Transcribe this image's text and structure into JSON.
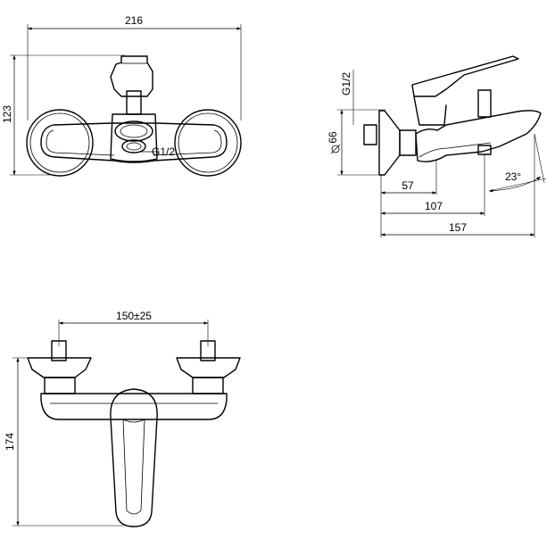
{
  "views": {
    "front": {
      "width_label": "216",
      "height_label": "123",
      "thread_label": "G1/2"
    },
    "side": {
      "thread_label": "G1/2",
      "diameter_label": "66",
      "d57_label": "57",
      "d107_label": "107",
      "d157_label": "157",
      "angle_label": "23°"
    },
    "bottom": {
      "spacing_label": "150±25",
      "height_label": "174"
    }
  },
  "colors": {
    "line": "#000000",
    "background": "#ffffff"
  }
}
